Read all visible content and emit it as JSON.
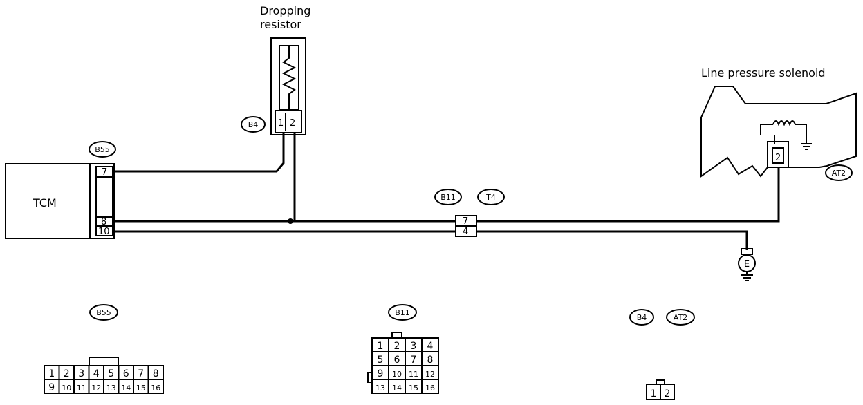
{
  "labels": {
    "dropping_resistor_line1": "Dropping",
    "dropping_resistor_line2": "resistor",
    "line_pressure_solenoid": "Line pressure solenoid",
    "tcm": "TCM"
  },
  "connector_tags": {
    "b55_top": "B55",
    "b4_top": "B4",
    "b11_top": "B11",
    "t4_top": "T4",
    "at2_top": "AT2",
    "b55_bottom": "B55",
    "b11_bottom": "B11",
    "b4_bottom": "B4",
    "at2_bottom": "AT2"
  },
  "pins": {
    "tcm_7": "7",
    "tcm_8": "8",
    "tcm_10": "10",
    "b4_1": "1",
    "b4_2": "2",
    "b11_7": "7",
    "b11_4": "4",
    "at2_2": "2",
    "ground": "E"
  },
  "b55_grid": {
    "row1": [
      "1",
      "2",
      "3",
      "4",
      "5",
      "6",
      "7",
      "8"
    ],
    "row2": [
      "9",
      "10",
      "11",
      "12",
      "13",
      "14",
      "15",
      "16"
    ]
  },
  "b11_grid": {
    "row1": [
      "1",
      "2",
      "3",
      "4"
    ],
    "row2": [
      "5",
      "6",
      "7",
      "8"
    ],
    "row3": [
      "9",
      "10",
      "11",
      "12"
    ],
    "row4": [
      "13",
      "14",
      "15",
      "16"
    ]
  },
  "b4_at2_grid": [
    "1",
    "2"
  ]
}
